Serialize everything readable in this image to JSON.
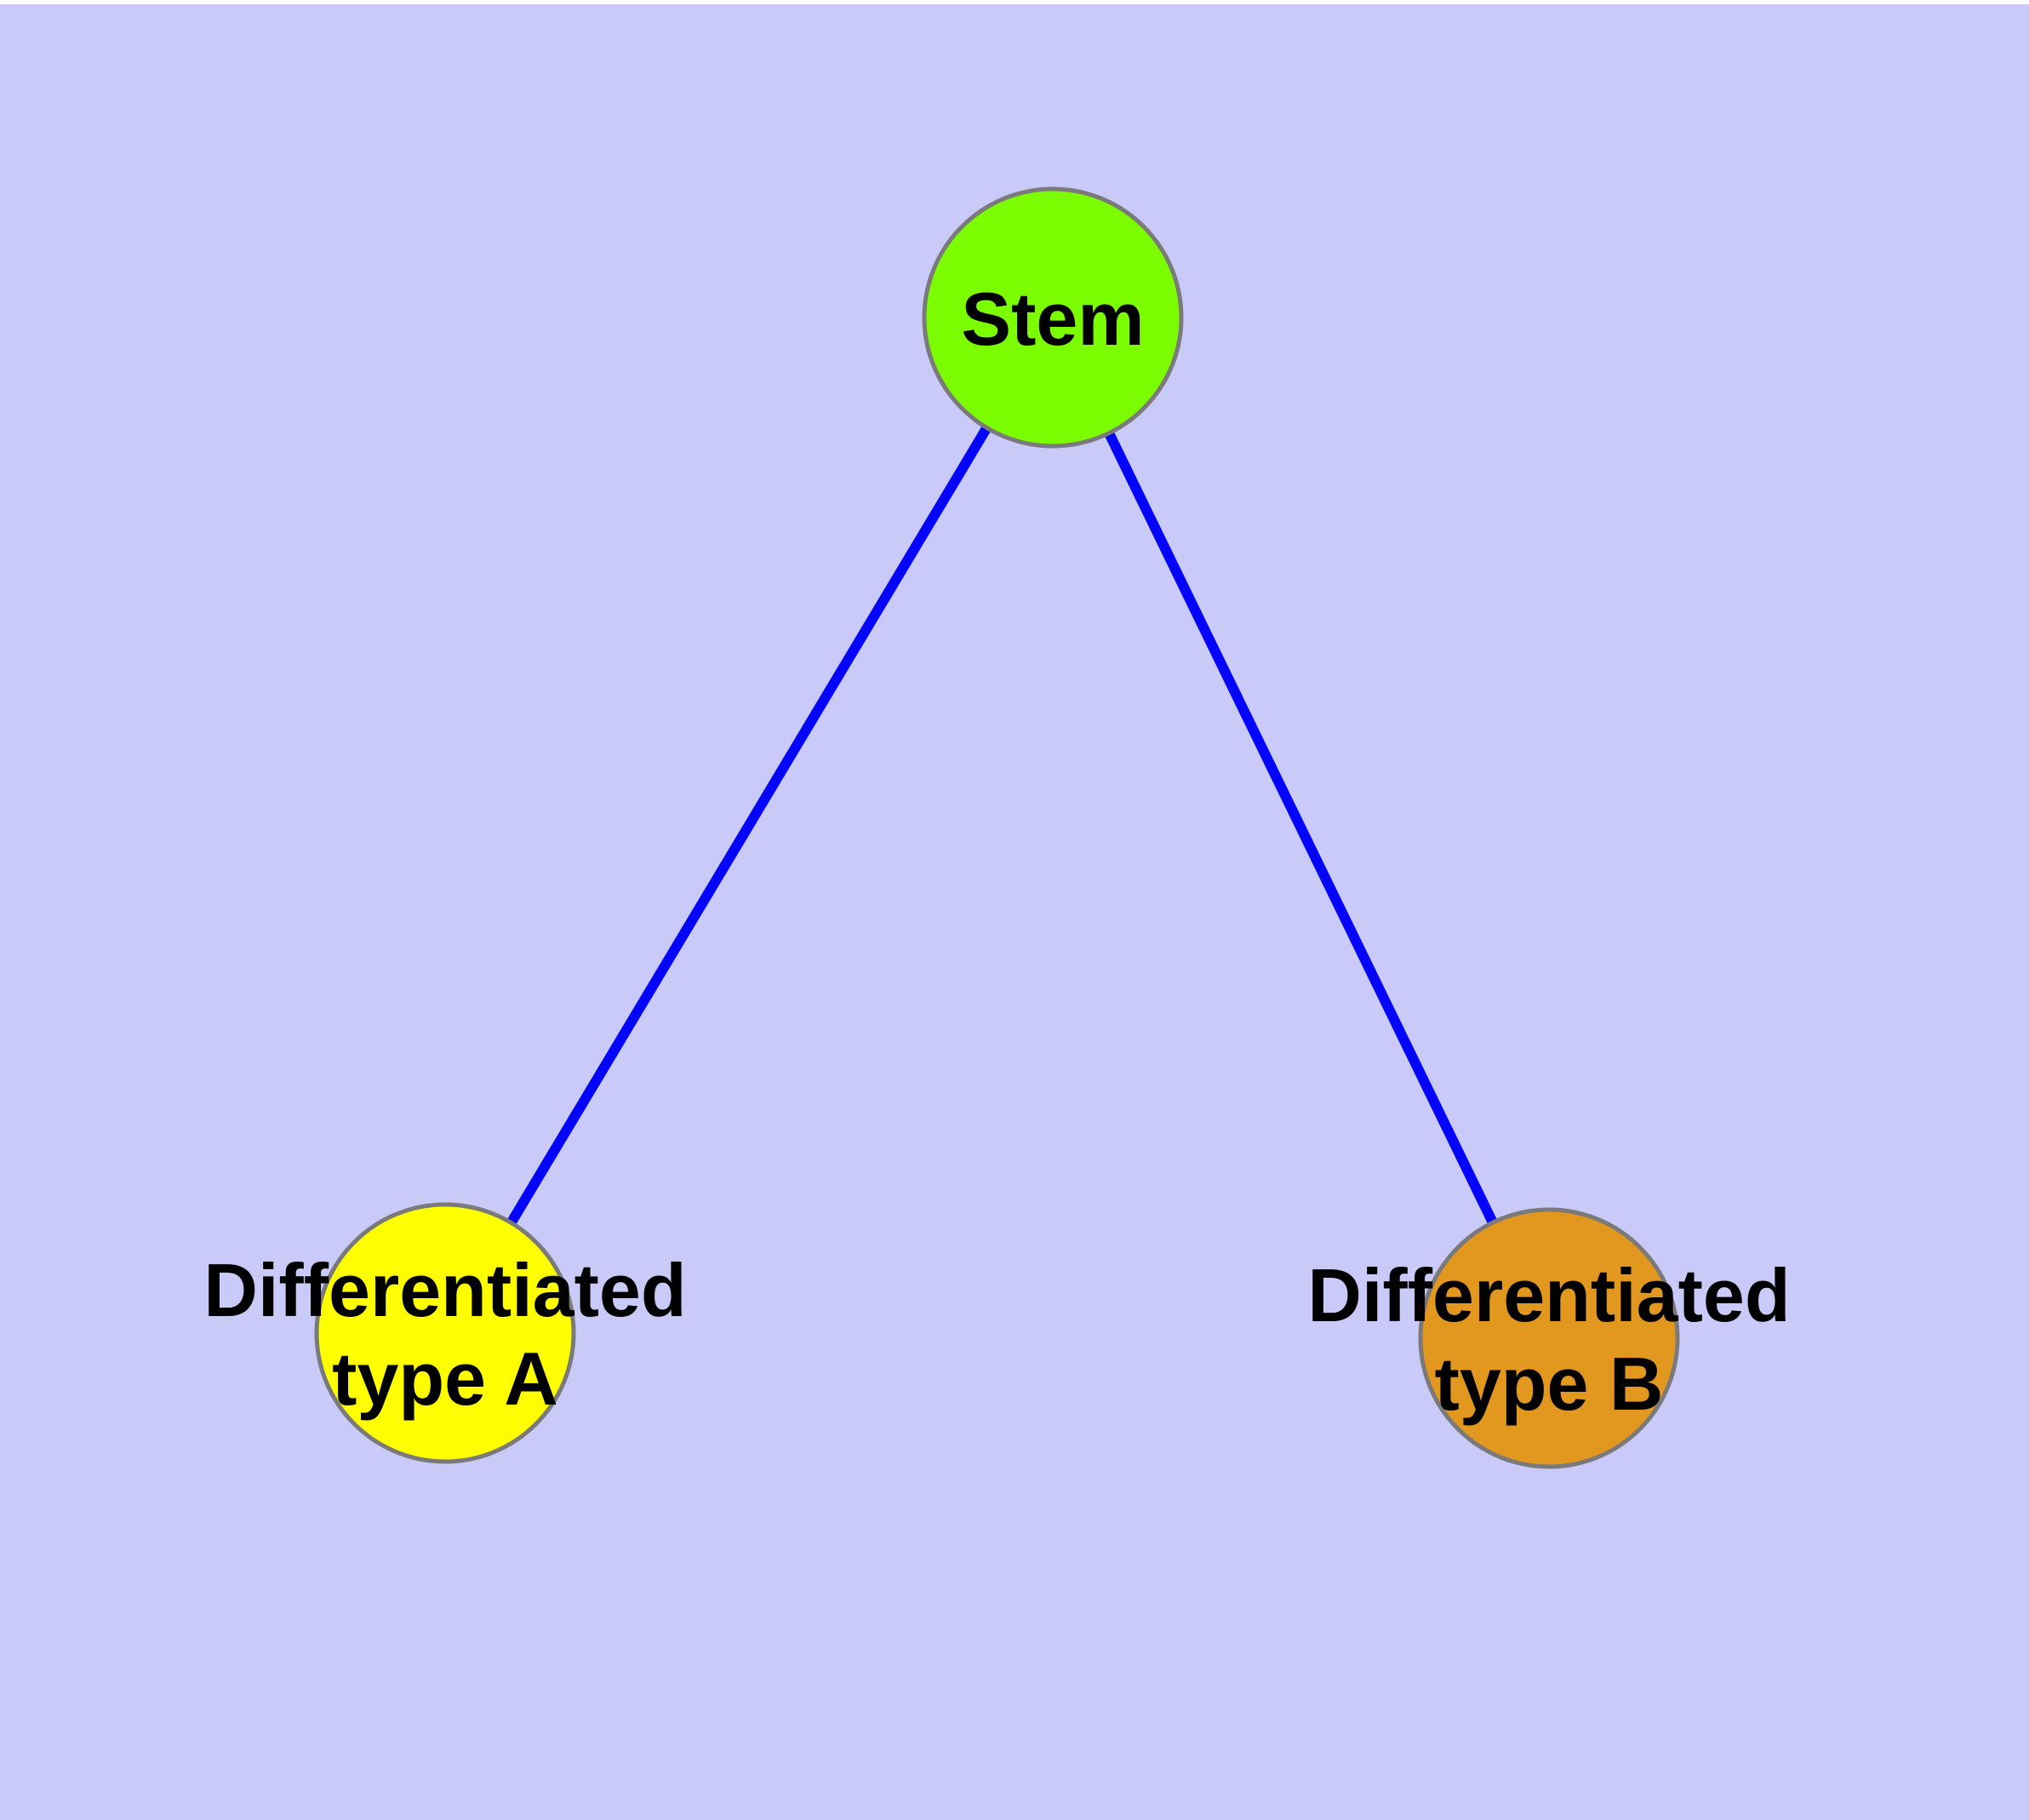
{
  "diagram": {
    "type": "node-link-graph",
    "background_color": "#cacaf8",
    "top_strip_color": "#ffffff",
    "edge_color": "#0404fb",
    "node_border_color": "#7a7a7a",
    "label_color": "#000000",
    "nodes": [
      {
        "id": "stem",
        "label": "Stem",
        "fill": "#7cfc00"
      },
      {
        "id": "differentiated-type-a",
        "label": "Differentiated type A",
        "label_lines": [
          "Differentiated",
          "type A"
        ],
        "fill": "#fefe00"
      },
      {
        "id": "differentiated-type-b",
        "label": "Differentiated type B",
        "label_lines": [
          "Differentiated",
          "type B"
        ],
        "fill": "#e2971f"
      }
    ],
    "edges": [
      {
        "from": "Stem",
        "to": "Differentiated type A"
      },
      {
        "from": "Stem",
        "to": "Differentiated type B"
      }
    ]
  }
}
